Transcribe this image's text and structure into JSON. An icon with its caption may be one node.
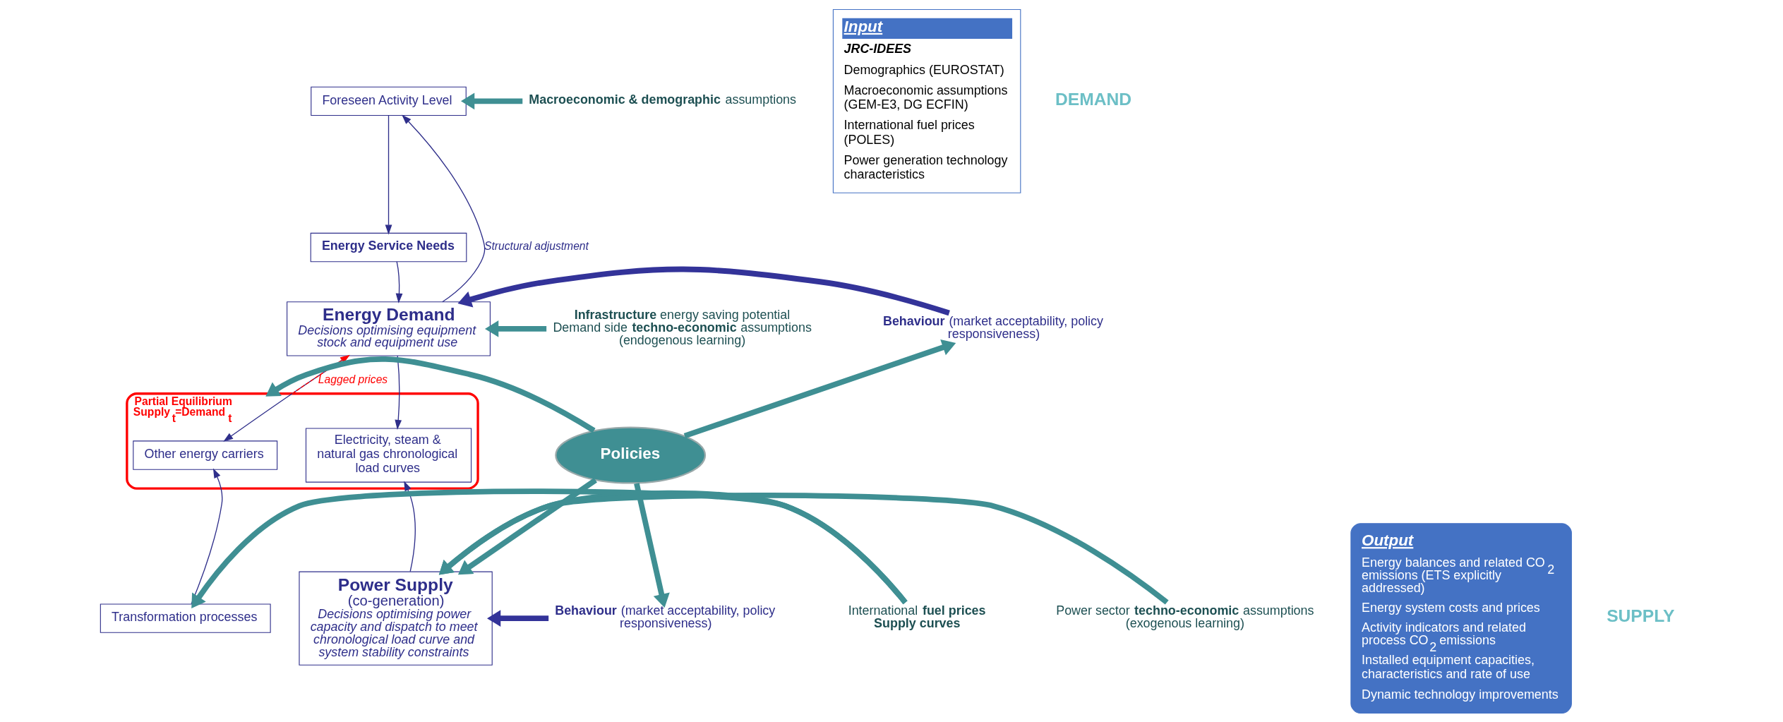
{
  "diagram": {
    "nodes": [
      {
        "text": [
          "Foreseen Activity Level"
        ]
      },
      {
        "text": [
          "**Energy Service Needs**"
        ]
      },
      {
        "text": [
          "Energy Demand",
          "Decisions optimising equipment stock and equipment use"
        ]
      },
      {
        "text": [
          "Partial Equilibrium Supply $_{t}$=Demand $_{t}$"
        ]
      },
      {
        "text": [
          "Electricity, steam & natural gas chronological load curves"
        ],
        "in": 3
      },
      {
        "text": [
          "Other energy carriers"
        ],
        "in": 3
      },
      {
        "text": [
          "Power Supply",
          "(co-generation)",
          "Decisions optimising power capacity and dispatch to meet chronological load curve and system stability constraints"
        ]
      },
      {
        "text": [
          "Transformation processes"
        ]
      },
      {
        "text": [
          "Policies"
        ]
      },
      {
        "text": [
          "**Macroeconomic & demographic** assumptions"
        ]
      },
      {
        "text": [
          "**Infrastructure** energy saving potential",
          "Demand side **techno-economic** assumptions (endogenous learning)"
        ]
      },
      {
        "text": [
          "**Behaviour** (market acceptability, policy responsiveness)"
        ]
      },
      {
        "text": [
          "**Behaviour** (market acceptability, policy responsiveness)"
        ]
      },
      {
        "text": [
          "International **fuel prices**",
          "**Supply curves**"
        ]
      },
      {
        "text": [
          "Power sector **techno-economic** assumptions (exogenous learning)"
        ]
      },
      {
        "text": [
          "Input",
          "JRC-IDEES",
          "Demographics (EUROSTAT)",
          "Macroeconomic assumptions (GEM-E3, DG ECFIN)",
          "International fuel prices (POLES)",
          "Power generation technology characteristics"
        ]
      },
      {
        "text": [
          "Output",
          "Energy balances and related CO$_{2}$ emissions (ETS explicitly addressed)",
          "Energy system costs and prices",
          "Activity indicators and related process CO$_{2}$ emissions",
          "Installed equipment capacities, characteristics and rate of use",
          "Dynamic technology improvements"
        ]
      }
    ],
    "edges": [
      {
        "from": 0,
        "to": 1,
        "arrow": "to",
        "color": "#2e2e8a"
      },
      {
        "from": 1,
        "to": 2,
        "arrow": "to",
        "color": "#2e2e8a"
      },
      {
        "from": 2,
        "to": 0,
        "arrow": "to",
        "label": "Structural adjustment",
        "color": "#2e2e8a"
      },
      {
        "from": 3,
        "to": 2,
        "arrow": "to",
        "label": "Lagged prices",
        "style": "dashed",
        "color": "#ff0000"
      },
      {
        "from": 2,
        "to": 4,
        "arrow": "to",
        "color": "#2e2e8a"
      },
      {
        "from": 2,
        "to": 5,
        "arrow": "to",
        "color": "#2e2e8a"
      },
      {
        "from": 6,
        "to": 4,
        "arrow": "to",
        "color": "#2e2e8a"
      },
      {
        "from": 7,
        "to": 5,
        "arrow": "to",
        "color": "#2e2e8a"
      },
      {
        "from": 9,
        "to": 0,
        "arrow": "to"
      },
      {
        "from": 10,
        "to": 2,
        "arrow": "to"
      },
      {
        "from": 11,
        "to": 2,
        "arrow": "to",
        "color": "#333399"
      },
      {
        "from": 8,
        "to": 3,
        "arrow": "to"
      },
      {
        "from": 8,
        "to": 11,
        "arrow": "to"
      },
      {
        "from": 8,
        "to": 6,
        "arrow": "to"
      },
      {
        "from": 8,
        "to": 12,
        "arrow": "to"
      },
      {
        "from": 12,
        "to": 6,
        "arrow": "to",
        "color": "#333399"
      },
      {
        "from": 13,
        "to": 7,
        "arrow": "to"
      },
      {
        "from": 13,
        "to": 6,
        "arrow": "to"
      },
      {
        "from": 14,
        "to": 6,
        "arrow": "to"
      }
    ],
    "labels": [
      "DEMAND",
      "SUPPLY"
    ]
  }
}
